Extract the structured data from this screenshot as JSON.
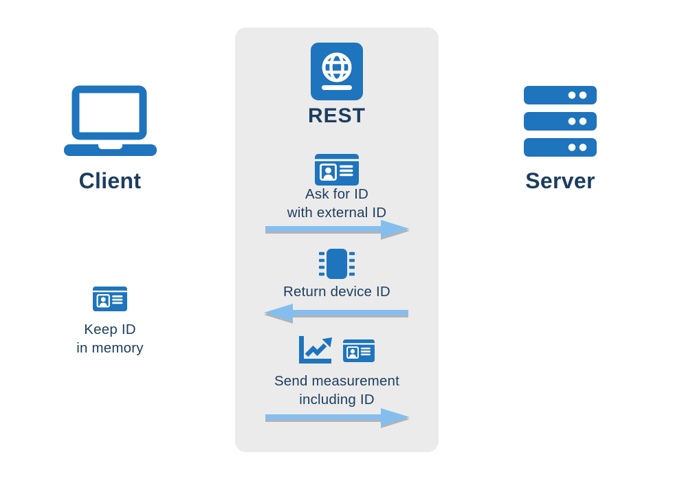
{
  "colors": {
    "icon-blue": "#1e74bd",
    "text-navy": "#1c3d5f",
    "arrow-blue": "#85beee",
    "arrow-shadow": "#b3b3b3",
    "panel-bg": "#ebebeb",
    "page-bg": "#ffffff"
  },
  "client": {
    "label": "Client",
    "icon": "laptop-icon",
    "note_icon": "id-card-icon",
    "note_lines": [
      "Keep ID",
      "in memory"
    ]
  },
  "rest_panel": {
    "icon": "passport-icon",
    "label": "REST",
    "steps": [
      {
        "icons": [
          "id-card-icon"
        ],
        "lines": [
          "Ask for ID",
          "with external ID"
        ],
        "arrow_direction": "right"
      },
      {
        "icons": [
          "chip-icon"
        ],
        "lines": [
          "Return device ID"
        ],
        "arrow_direction": "left"
      },
      {
        "icons": [
          "chart-icon",
          "id-card-icon"
        ],
        "lines": [
          "Send measurement",
          "including ID"
        ],
        "arrow_direction": "right"
      }
    ]
  },
  "server": {
    "label": "Server",
    "icon": "server-icon"
  }
}
